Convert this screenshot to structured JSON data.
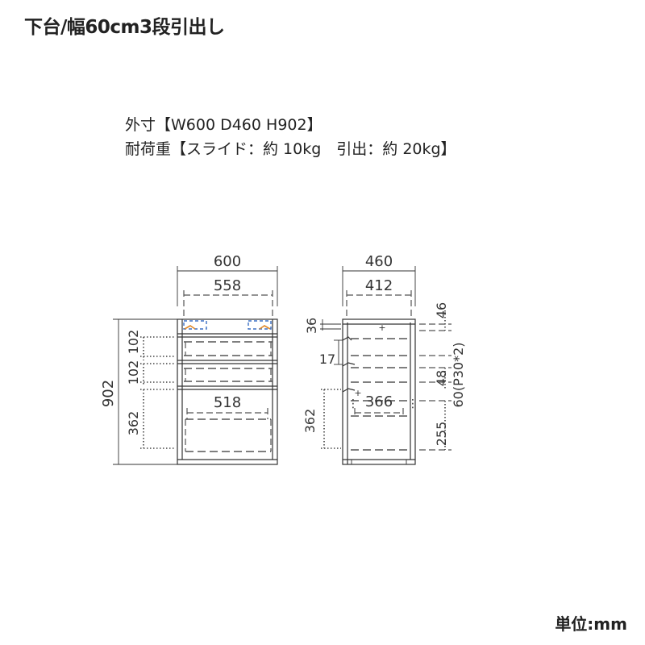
{
  "title": "下台/幅60cm3段引出し",
  "specs": {
    "line1": "外寸【W600 D460 H902】",
    "line2": "耐荷重【スライド：約 10kg　引出：約 20kg】"
  },
  "front_view": {
    "width_outer": "600",
    "width_inner": "558",
    "width_drawer": "518",
    "height_total": "902",
    "drawer_heights": [
      "102",
      "102",
      "362"
    ]
  },
  "side_view": {
    "depth_outer": "460",
    "depth_inner": "412",
    "depth_drawer": "366",
    "top_gap": "36",
    "slide_gap": "17",
    "bottom_drawer_height": "362",
    "top_offset": "46",
    "rail_48": "48",
    "pitch": "60(P30*2)",
    "bottom_offset": "255"
  },
  "unit_label": "単位:mm"
}
